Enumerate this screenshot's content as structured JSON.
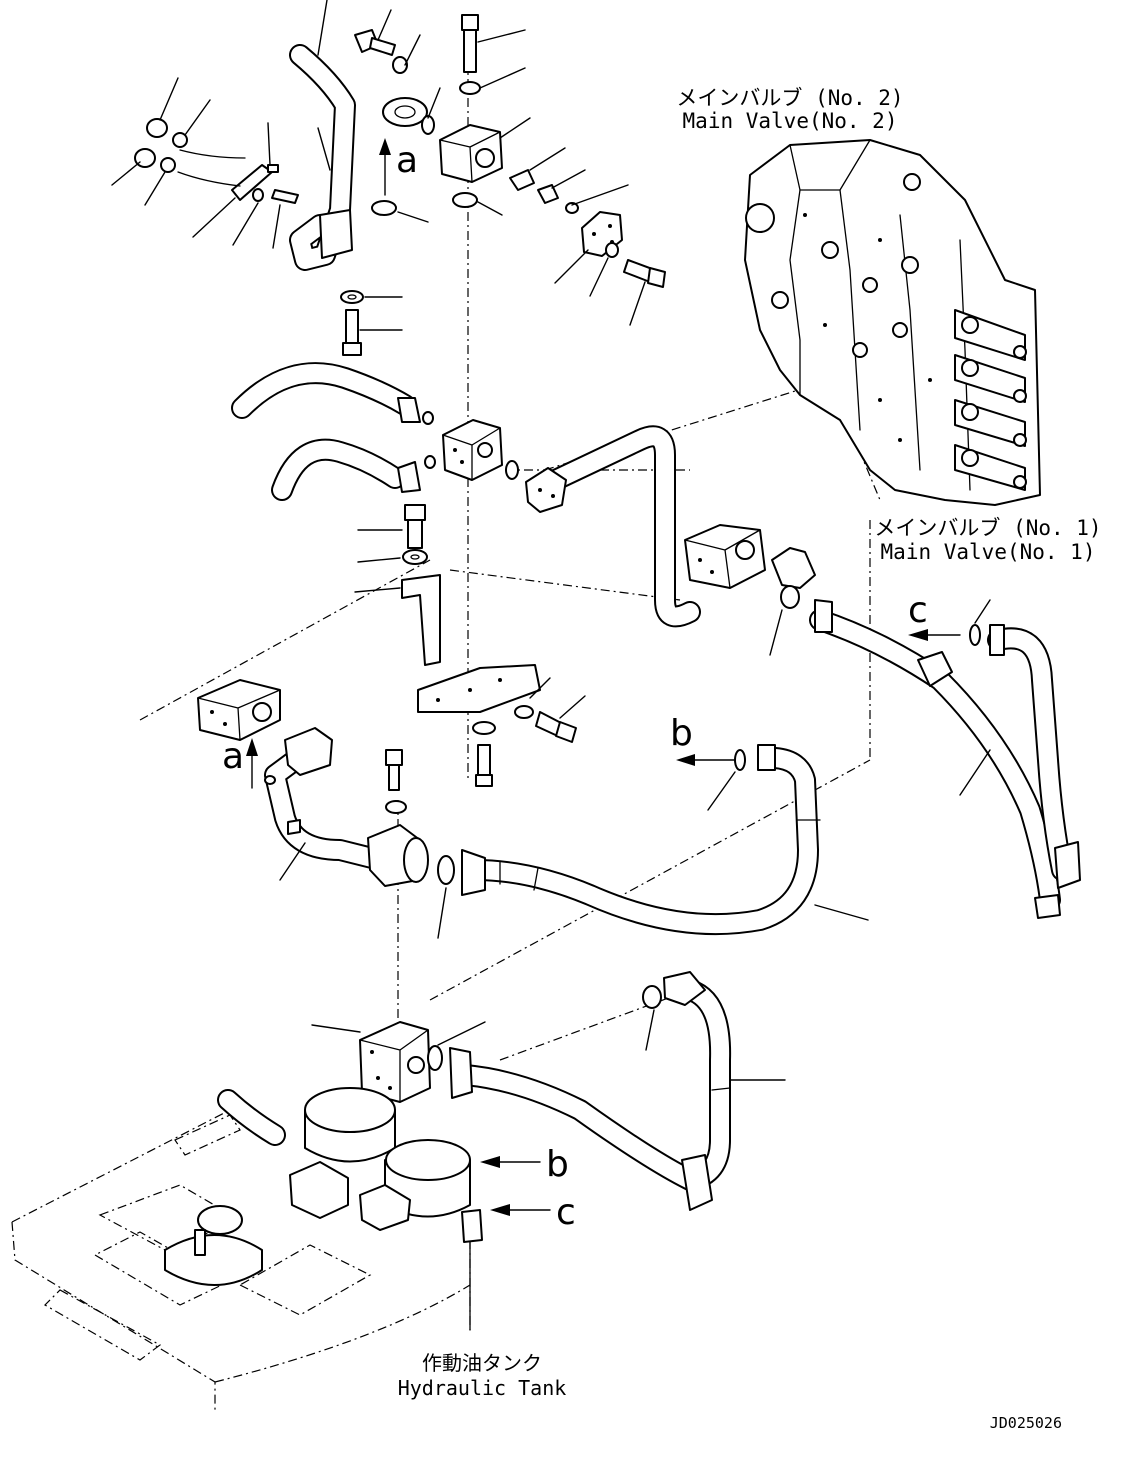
{
  "labels": {
    "main_valve_2_ja": "メインバルブ (No. 2)",
    "main_valve_2_en": "Main Valve(No. 2)",
    "main_valve_1_ja": "メインバルブ (No. 1)",
    "main_valve_1_en": "Main Valve(No. 1)",
    "hydraulic_tank_ja": "作動油タンク",
    "hydraulic_tank_en": "Hydraulic Tank",
    "drawing_number": "JD025026"
  },
  "view_markers": {
    "a_top": "a",
    "a_bottom": "a",
    "b_left": "b",
    "b_right": "b",
    "c_top": "c",
    "c_bottom": "c"
  }
}
